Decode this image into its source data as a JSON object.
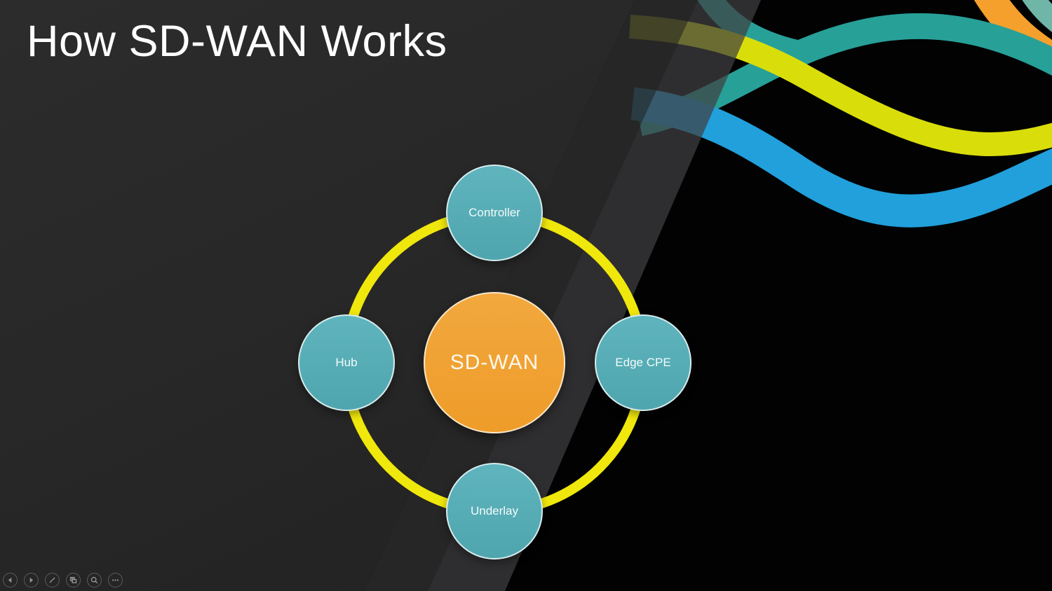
{
  "slide": {
    "title": "How SD-WAN Works",
    "diagram": {
      "center_label": "SD-WAN",
      "nodes": [
        {
          "label": "Controller",
          "position": "top"
        },
        {
          "label": "Hub",
          "position": "left"
        },
        {
          "label": "Edge CPE",
          "position": "right"
        },
        {
          "label": "Underlay",
          "position": "bottom"
        }
      ]
    }
  },
  "colors": {
    "background_left_panel": "#262626",
    "background_right": "#000000",
    "title_text": "#FFFFFF",
    "center_node_fill": "#F0A132",
    "satellite_node_fill": "#57ACB5",
    "cycle_ring": "#F0E70C",
    "ribbon_yellow": "#D9DE0A",
    "ribbon_teal": "#27A098",
    "ribbon_blue": "#21A0DC",
    "ribbon_orange": "#F5A02C",
    "ribbon_seafoam": "#6FB5A8"
  },
  "toolbar": {
    "buttons": [
      {
        "icon": "previous-slide"
      },
      {
        "icon": "next-slide"
      },
      {
        "icon": "pen-annotate"
      },
      {
        "icon": "see-all-slides"
      },
      {
        "icon": "zoom-slide"
      },
      {
        "icon": "more-options"
      }
    ]
  }
}
